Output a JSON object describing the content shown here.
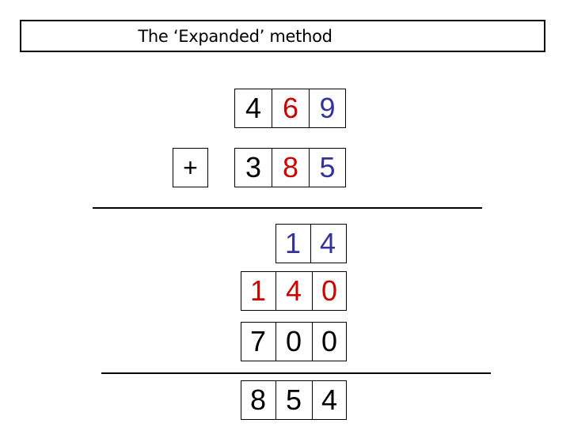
{
  "title": "The ‘Expanded’ method",
  "operator": "+",
  "colors": {
    "black": "#000000",
    "red": "#cc0000",
    "blue": "#333399"
  },
  "addend1": [
    {
      "digit": "4",
      "color": "black"
    },
    {
      "digit": "6",
      "color": "red"
    },
    {
      "digit": "9",
      "color": "blue"
    }
  ],
  "addend2": [
    {
      "digit": "3",
      "color": "black"
    },
    {
      "digit": "8",
      "color": "red"
    },
    {
      "digit": "5",
      "color": "blue"
    }
  ],
  "partial_units": [
    {
      "digit": "1",
      "color": "blue"
    },
    {
      "digit": "4",
      "color": "blue"
    }
  ],
  "partial_tens": [
    {
      "digit": "1",
      "color": "red"
    },
    {
      "digit": "4",
      "color": "red"
    },
    {
      "digit": "0",
      "color": "red"
    }
  ],
  "partial_hundreds": [
    {
      "digit": "7",
      "color": "black"
    },
    {
      "digit": "0",
      "color": "black"
    },
    {
      "digit": "0",
      "color": "black"
    }
  ],
  "answer": [
    {
      "digit": "8",
      "color": "black"
    },
    {
      "digit": "5",
      "color": "black"
    },
    {
      "digit": "4",
      "color": "black"
    }
  ]
}
